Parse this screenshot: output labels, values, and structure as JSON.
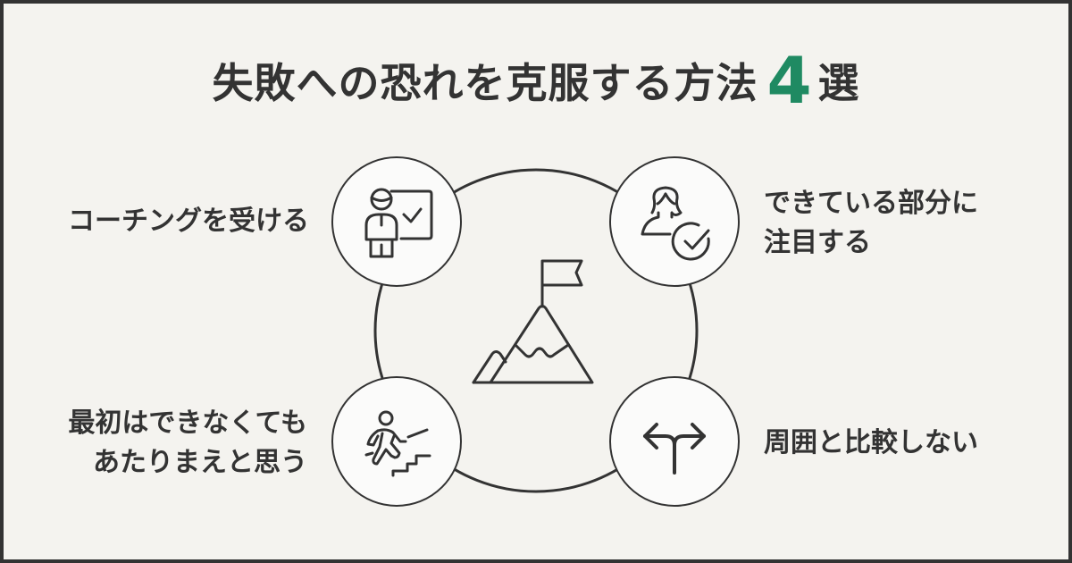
{
  "title": {
    "prefix": "失敗への恐れを克服する方法",
    "number": "4",
    "suffix": "選"
  },
  "colors": {
    "background": "#f4f3ef",
    "border": "#333333",
    "text": "#333333",
    "accent": "#1f8a62",
    "node_fill": "#fbfbfa"
  },
  "center": {
    "icon": "mountain-flag-icon"
  },
  "items": [
    {
      "position": "top-left",
      "icon": "coach-whiteboard-icon",
      "lines": [
        "コーチングを受ける"
      ]
    },
    {
      "position": "top-right",
      "icon": "user-check-icon",
      "lines": [
        "できている部分に",
        "注目する"
      ]
    },
    {
      "position": "bottom-left",
      "icon": "climbing-stairs-icon",
      "lines": [
        "最初はできなくても",
        "あたりまえと思う"
      ]
    },
    {
      "position": "bottom-right",
      "icon": "split-arrows-icon",
      "lines": [
        "周囲と比較しない"
      ]
    }
  ]
}
